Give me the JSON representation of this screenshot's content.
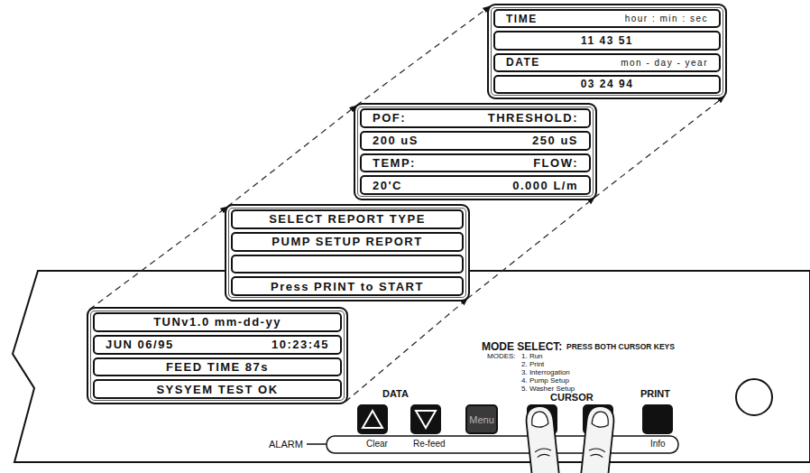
{
  "diagram": {
    "nodes": [
      {
        "text": [
          "TUNv1.0 mm-dd-yy",
          "JUN 06/95",
          "10:23:45",
          "FEED TIME 87s",
          "SYSYEM TEST OK"
        ]
      },
      {
        "text": [
          "SELECT REPORT TYPE",
          "PUMP SETUP REPORT",
          "Press PRINT to START"
        ]
      },
      {
        "text": [
          "POF:",
          "THRESHOLD:",
          "200 uS",
          "250 uS",
          "TEMP:",
          "FLOW:",
          "20'C",
          "0.000 L/m"
        ]
      },
      {
        "text": [
          "TIME",
          "hour : min : sec",
          "11 43 51",
          "DATE",
          "mon - day - year",
          "03 24 94"
        ]
      },
      {
        "text": [
          "Menu"
        ]
      }
    ],
    "edges": [
      {
        "from": 0,
        "to": 1,
        "arrow": "to"
      },
      {
        "from": 0,
        "to": 1,
        "arrow": "to"
      },
      {
        "from": 1,
        "to": 2,
        "arrow": "to"
      },
      {
        "from": 1,
        "to": 2,
        "arrow": "to"
      },
      {
        "from": 2,
        "to": 3,
        "arrow": "to"
      },
      {
        "from": 2,
        "to": 3,
        "arrow": "to"
      }
    ],
    "labels": [
      "MODE SELECT:",
      "PRESS BOTH CURSOR KEYS",
      "MODES:",
      "1. Run",
      "2. Print",
      "3. Interrogation",
      "4. Pump Setup",
      "5. Washer Setup",
      "DATA",
      "CURSOR",
      "PRINT",
      "ALARM",
      "Clear",
      "Re-feed",
      "Info"
    ]
  }
}
